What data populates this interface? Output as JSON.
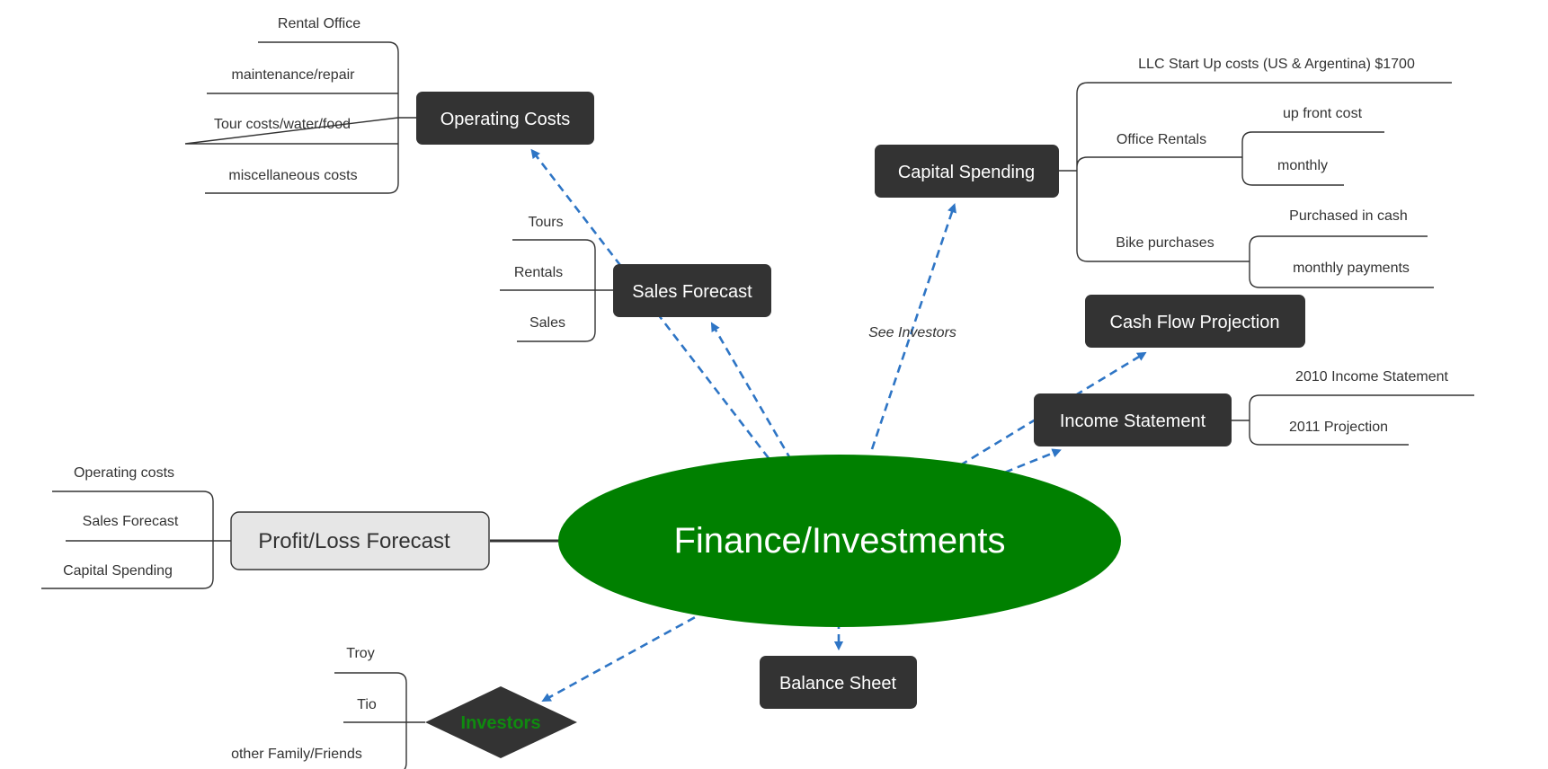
{
  "colors": {
    "central_fill": "#008000",
    "topic_fill": "#333333",
    "topic_text": "#ffffff",
    "light_topic_fill": "#e6e6e6",
    "light_topic_text": "#333333",
    "investors_text": "#0f8a0f",
    "arrow": "#2e75c5",
    "line": "#333333"
  },
  "central": {
    "label": "Finance/Investments"
  },
  "topics": {
    "operating_costs": {
      "label": "Operating Costs",
      "items": [
        "Rental Office",
        "maintenance/repair",
        "Tour costs/water/food",
        "miscellaneous costs"
      ]
    },
    "sales_forecast": {
      "label": "Sales Forecast",
      "items": [
        "Tours",
        "Rentals",
        "Sales"
      ]
    },
    "capital_spending": {
      "label": "Capital Spending",
      "items": [
        "LLC Start Up costs (US & Argentina) $1700",
        "Office Rentals",
        "Bike purchases"
      ],
      "office_rentals": [
        "up front cost",
        "monthly"
      ],
      "bike_purchases": [
        "Purchased in cash",
        "monthly payments"
      ]
    },
    "cash_flow_projection": {
      "label": "Cash Flow Projection"
    },
    "income_statement": {
      "label": "Income Statement",
      "items": [
        "2010 Income Statement",
        "2011 Projection"
      ]
    },
    "profit_loss_forecast": {
      "label": "Profit/Loss Forecast",
      "items": [
        "Operating costs",
        "Sales Forecast",
        "Capital Spending"
      ]
    },
    "balance_sheet": {
      "label": "Balance Sheet"
    },
    "investors": {
      "label": "Investors",
      "items": [
        "Troy",
        "Tio",
        "other Family/Friends"
      ]
    }
  },
  "annotations": {
    "see_investors": "See Investors"
  }
}
